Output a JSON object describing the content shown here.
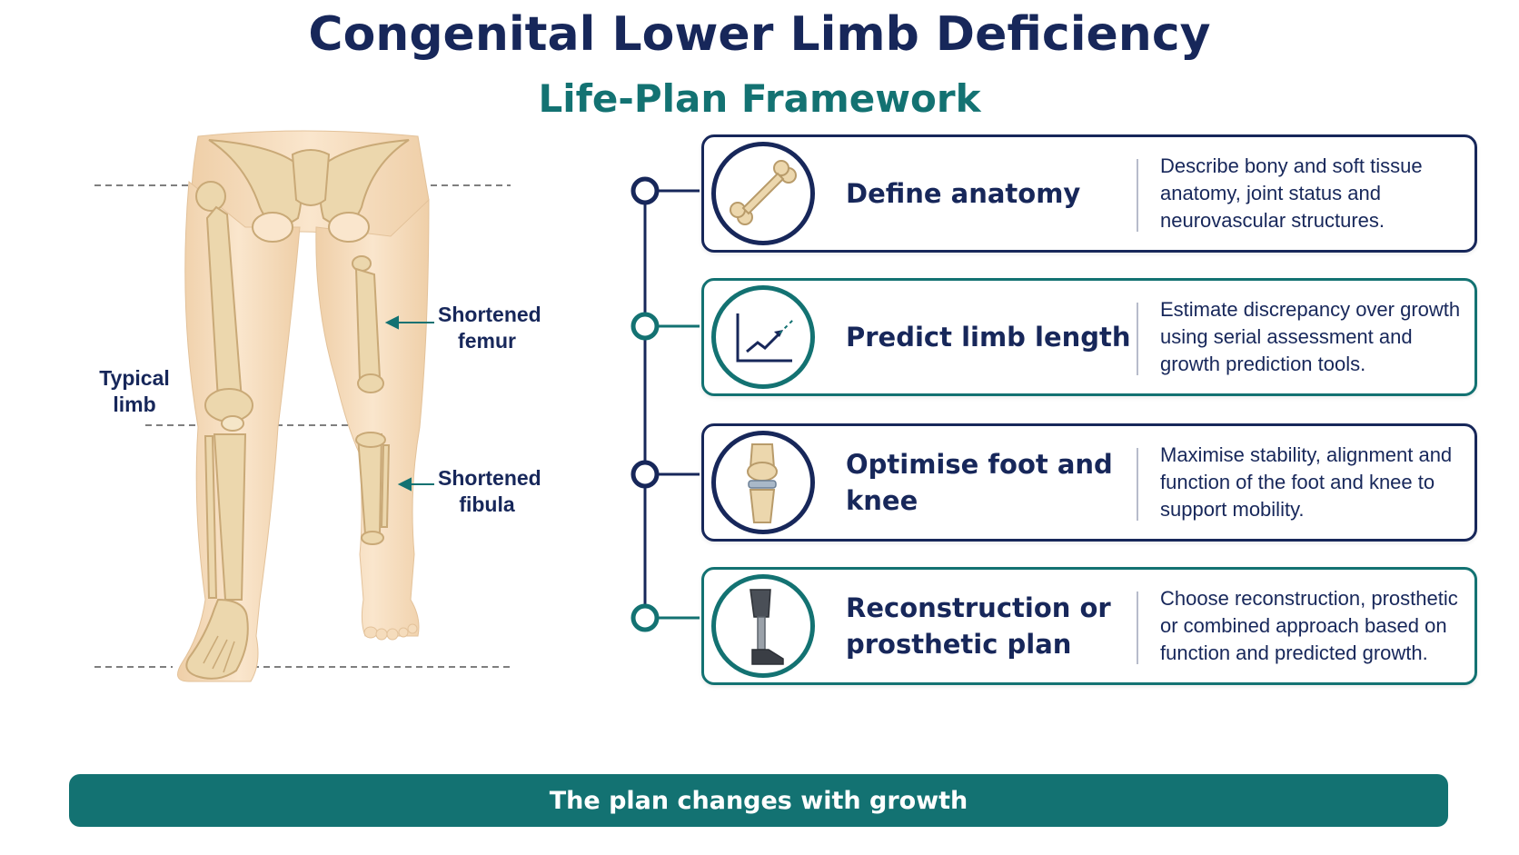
{
  "header": {
    "title": "Congenital Lower Limb Deficiency",
    "subtitle": "Life-Plan Framework"
  },
  "anatomy": {
    "label_typical": "Typical\nlimb",
    "label_femur": "Shortened\nfemur",
    "label_fibula": "Shortened\nfibula"
  },
  "steps": [
    {
      "title": "Define anatomy",
      "description": "Describe bony and soft tissue anatomy, joint status and neurovascular structures.",
      "icon": "bone-icon",
      "accent": "#17275a"
    },
    {
      "title": "Predict limb length",
      "description": "Estimate discrepancy over growth using serial assessment and growth prediction tools.",
      "icon": "growth-chart-icon",
      "accent": "#137272"
    },
    {
      "title": "Optimise foot and knee",
      "description": "Maximise stability, alignment and function of the foot and knee to support mobility.",
      "icon": "knee-joint-icon",
      "accent": "#17275a"
    },
    {
      "title": "Reconstruction or prosthetic plan",
      "description": "Choose reconstruction, prosthetic or combined approach based on function and predicted growth.",
      "icon": "prosthetic-leg-icon",
      "accent": "#137272"
    }
  ],
  "footer": {
    "text": "The plan changes with growth"
  },
  "colors": {
    "navy": "#17275a",
    "teal": "#137272",
    "skin": "#f5dcbc",
    "bone": "#ecd7ad"
  }
}
